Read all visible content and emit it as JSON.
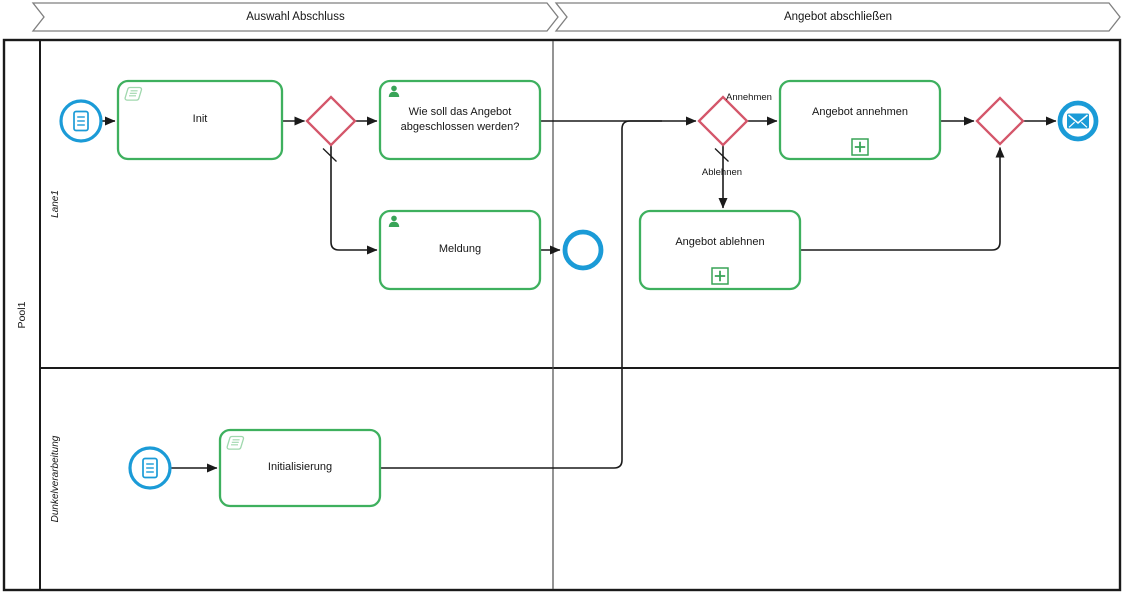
{
  "diagram": {
    "kind": "bpmn-process-diagram",
    "phases": [
      {
        "id": "phase-1",
        "label": "Auswahl Abschluss"
      },
      {
        "id": "phase-2",
        "label": "Angebot abschließen"
      }
    ],
    "pool": {
      "label": "Pool1",
      "lanes": [
        {
          "id": "lane-1",
          "label": "Lane1"
        },
        {
          "id": "lane-2",
          "label": "Dunkelverarbeitung"
        }
      ]
    },
    "tasks": {
      "init": {
        "label": "Init",
        "type": "script-task",
        "icon": "script-icon"
      },
      "wie_soll": {
        "label": "Wie soll das Angebot abgeschlossen werden?",
        "type": "user-task",
        "icon": "user-icon"
      },
      "meldung": {
        "label": "Meldung",
        "type": "user-task",
        "icon": "user-icon"
      },
      "angebot_annehmen": {
        "label": "Angebot annehmen",
        "type": "collapsed-subprocess",
        "icon": "subprocess-plus-icon"
      },
      "angebot_ablehnen": {
        "label": "Angebot ablehnen",
        "type": "collapsed-subprocess",
        "icon": "subprocess-plus-icon"
      },
      "initialisierung": {
        "label": "Initialisierung",
        "type": "script-task",
        "icon": "script-icon"
      }
    },
    "events": {
      "start_lane1": {
        "type": "start-event",
        "icon": "document-icon"
      },
      "start_dunkel": {
        "type": "start-event",
        "icon": "document-icon"
      },
      "end_plain": {
        "type": "end-event"
      },
      "end_message": {
        "type": "message-end-event",
        "icon": "envelope-icon"
      }
    },
    "gateways": {
      "gw1": {
        "type": "exclusive-gateway",
        "default_flow_marker": true
      },
      "gw2": {
        "type": "exclusive-gateway",
        "default_flow_marker": true
      },
      "gw3": {
        "type": "exclusive-gateway"
      }
    },
    "flow_labels": {
      "annehmen": "Annehmen",
      "ablehnen": "Ablehnen"
    },
    "colors": {
      "event_blue": "#1b9bd7",
      "task_green": "#3eb05e",
      "icon_green_light": "#a0d8ae",
      "icon_green": "#38a457",
      "gateway_red": "#d4566a",
      "flow_line": "#1a1a1a",
      "chevron_border": "#7f7f7f"
    }
  }
}
